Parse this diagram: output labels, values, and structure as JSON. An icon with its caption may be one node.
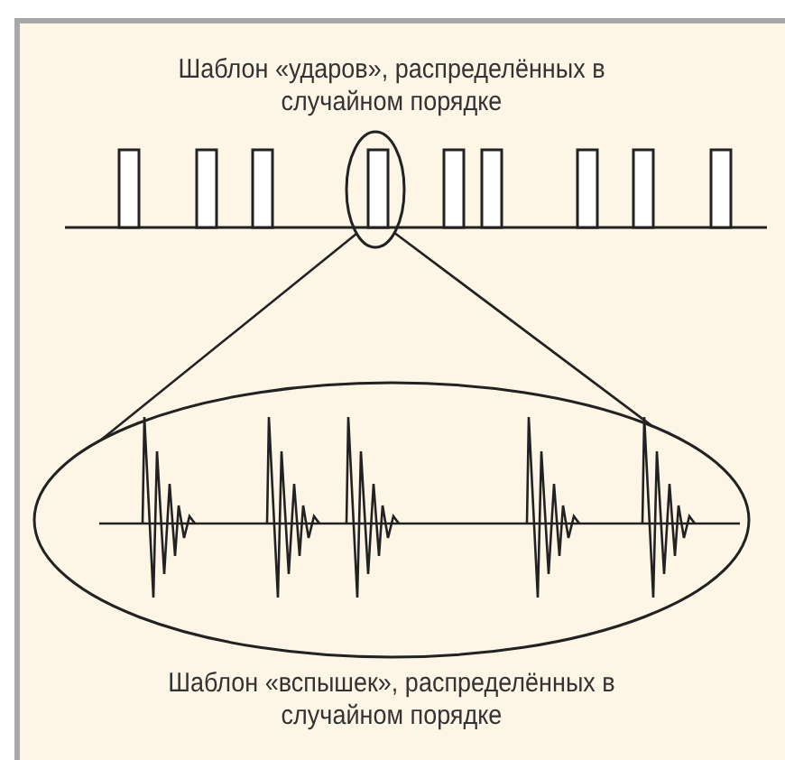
{
  "diagram": {
    "nodes": [
      {
        "text": [],
        "shape": "ellipse"
      },
      {
        "text": [],
        "shape": "ellipse"
      }
    ],
    "edges": [
      {
        "from": 0,
        "to": 1,
        "arrow": "none"
      },
      {
        "from": 0,
        "to": 1,
        "arrow": "none"
      }
    ],
    "labels": [
      "Шаблон «ударов», распределённых в случайном порядке",
      "Шаблон «вспышек», распределённых в случайном порядке"
    ]
  }
}
